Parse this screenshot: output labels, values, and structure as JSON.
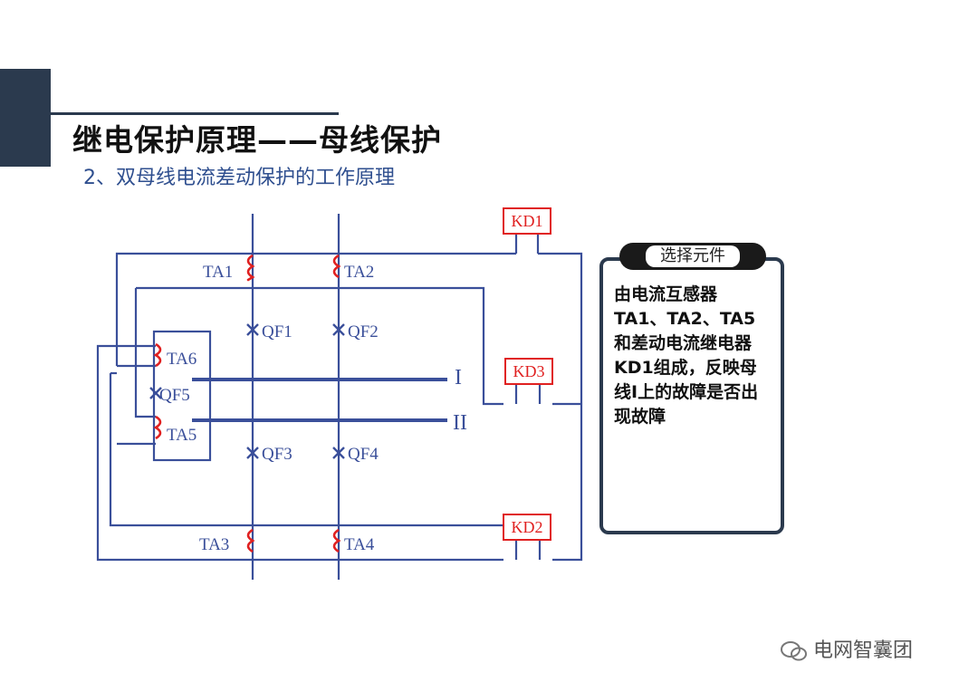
{
  "title": "继电保护原理——母线保护",
  "subtitle": "2、双母线电流差动保护的工作原理",
  "diagram": {
    "ta": [
      "TA1",
      "TA2",
      "TA3",
      "TA4",
      "TA5",
      "TA6"
    ],
    "qf": [
      "QF1",
      "QF2",
      "QF3",
      "QF4",
      "QF5"
    ],
    "kd": [
      "KD1",
      "KD2",
      "KD3"
    ],
    "bus": [
      "I",
      "II"
    ]
  },
  "note": {
    "tab": "选择元件",
    "text": "由电流互感器TA1、TA2、TA5和差动电流继电器KD1组成，反映母线Ⅰ上的故障是否出现故障"
  },
  "footer": "电网智囊团",
  "colors": {
    "line": "#3a4f9a",
    "relay": "#e02020",
    "dark": "#2b3a4e"
  }
}
